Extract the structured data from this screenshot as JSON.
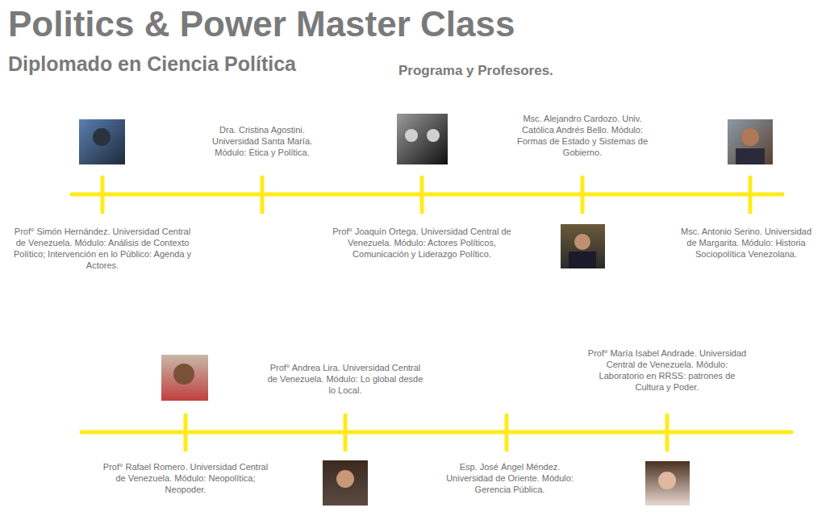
{
  "diagram": {
    "title": "Politics & Power Master Class",
    "labels": [
      "Diplomado en Ciencia Política",
      "Programa y Profesores.",
      "Prof° Simón Hernández. Universidad Central de Venezuela. Módulo: Análisis de Contexto Político; Intervención en lo Público: Agenda y Actores.",
      "Dra. Cristina Agostini. Universidad Santa María. Módulo: Ética y Política.",
      "Prof° Joaquín Ortega. Universidad Central de Venezuela. Módulo: Actores Políticos, Comunicación y Liderazgo Político.",
      "Msc. Alejandro Cardozo. Univ. Católica Andrés Bello. Módulo: Formas de Estado y Sistemas de Gobierno.",
      "Msc. Antonio Serino. Universidad de Margarita. Módulo: Historia Sociopolítica Venezolana.",
      "Prof° Rafael Romero. Universidad Central de Venezuela. Módulo: Neopolítica; Neopoder.",
      "Prof° Andrea Lira. Universidad Central de Venezuela. Módulo: Lo global desde lo Local.",
      "Esp. José Ángel Méndez. Universidad de Oriente. Módulo: Gerencia Pública.",
      "Prof° María Isabel Andrade. Universidad Central de Venezuela. Módulo: Laboratorio en RRSS: patrones de Cultura y Poder."
    ]
  }
}
